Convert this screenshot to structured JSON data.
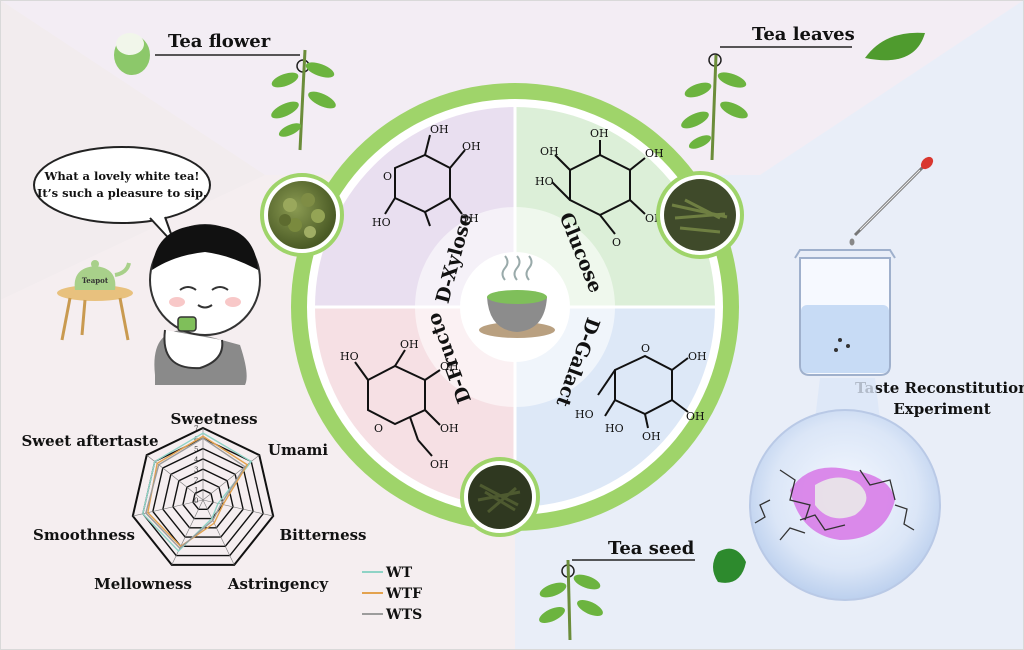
{
  "labels": {
    "tea_flower": "Tea flower",
    "tea_leaves": "Tea leaves",
    "tea_seed": "Tea seed",
    "taste_experiment_line1": "Taste Reconstitution",
    "taste_experiment_line2": "Experiment",
    "teapot": "Teapot"
  },
  "speech": {
    "line1": "What a lovely white tea!",
    "line2": "It’s such a pleasure to sip."
  },
  "wheel": {
    "sugars": [
      "D-Xylose",
      "Glucose",
      "D-Galact",
      "D-Fructo"
    ],
    "quadrant_colors": [
      "#e9dff0",
      "#dcefd8",
      "#dde8f7",
      "#f6e0e4"
    ],
    "ring_color": "#9fd46a",
    "chemical_labels": {
      "xylose": [
        "OH",
        "OH",
        "OH",
        "HO",
        "O"
      ],
      "glucose": [
        "OH",
        "OH",
        "OH",
        "OH",
        "HO",
        "O"
      ],
      "galact": [
        "OH",
        "OH",
        "OH",
        "HO",
        "HO",
        "O"
      ],
      "fructo": [
        "HO",
        "OH",
        "OH",
        "OH",
        "OH",
        "O"
      ]
    }
  },
  "chart_data": {
    "type": "radar",
    "title": "",
    "axes": [
      "Sweetness",
      "Umami",
      "Bitterness",
      "Astringency",
      "Mellowness",
      "Smoothness",
      "Sweet aftertaste"
    ],
    "scale_ticks": [
      "0",
      "1",
      "2",
      "3",
      "4",
      "5",
      "6",
      "7"
    ],
    "range": [
      0,
      7
    ],
    "legend_position": "bottom-right",
    "series": [
      {
        "name": "WT",
        "color": "#8fd3c6",
        "values": [
          6.5,
          6.0,
          1.5,
          2.0,
          5.5,
          6.0,
          6.0
        ]
      },
      {
        "name": "WTF",
        "color": "#e3a24e",
        "values": [
          6.2,
          5.5,
          2.0,
          2.5,
          5.0,
          5.5,
          5.7
        ]
      },
      {
        "name": "WTS",
        "color": "#9c9c9c",
        "values": [
          6.0,
          5.2,
          1.8,
          2.2,
          5.2,
          5.7,
          5.5
        ]
      }
    ]
  }
}
